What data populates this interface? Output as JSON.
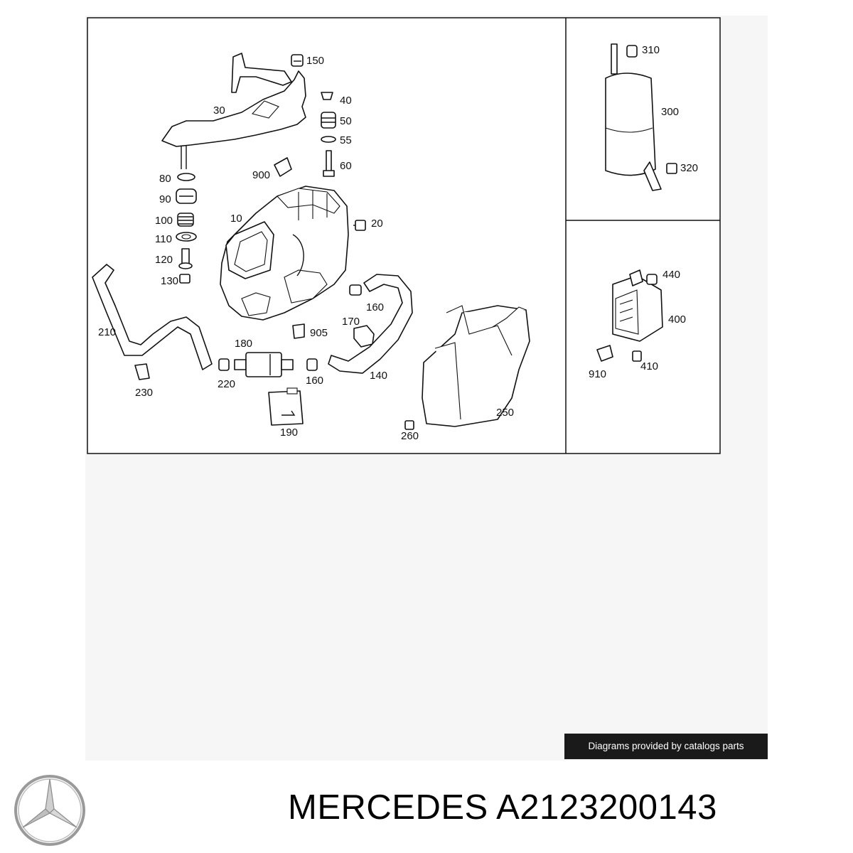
{
  "diagram": {
    "callouts": [
      "10",
      "20",
      "30",
      "40",
      "50",
      "55",
      "60",
      "80",
      "90",
      "100",
      "110",
      "120",
      "130",
      "140",
      "150",
      "160",
      "160",
      "170",
      "180",
      "190",
      "210",
      "220",
      "230",
      "250",
      "260",
      "300",
      "310",
      "320",
      "400",
      "410",
      "440",
      "900",
      "905",
      "910"
    ],
    "panels": [
      "compressor-assembly",
      "pressure-reservoir",
      "valve-block"
    ]
  },
  "credit": {
    "text": "Diagrams provided by catalogs parts"
  },
  "footer": {
    "title": "MERCEDES A2123200143"
  },
  "logo": {
    "icon": "mercedes-star-icon",
    "color": "#9a9a9a"
  }
}
